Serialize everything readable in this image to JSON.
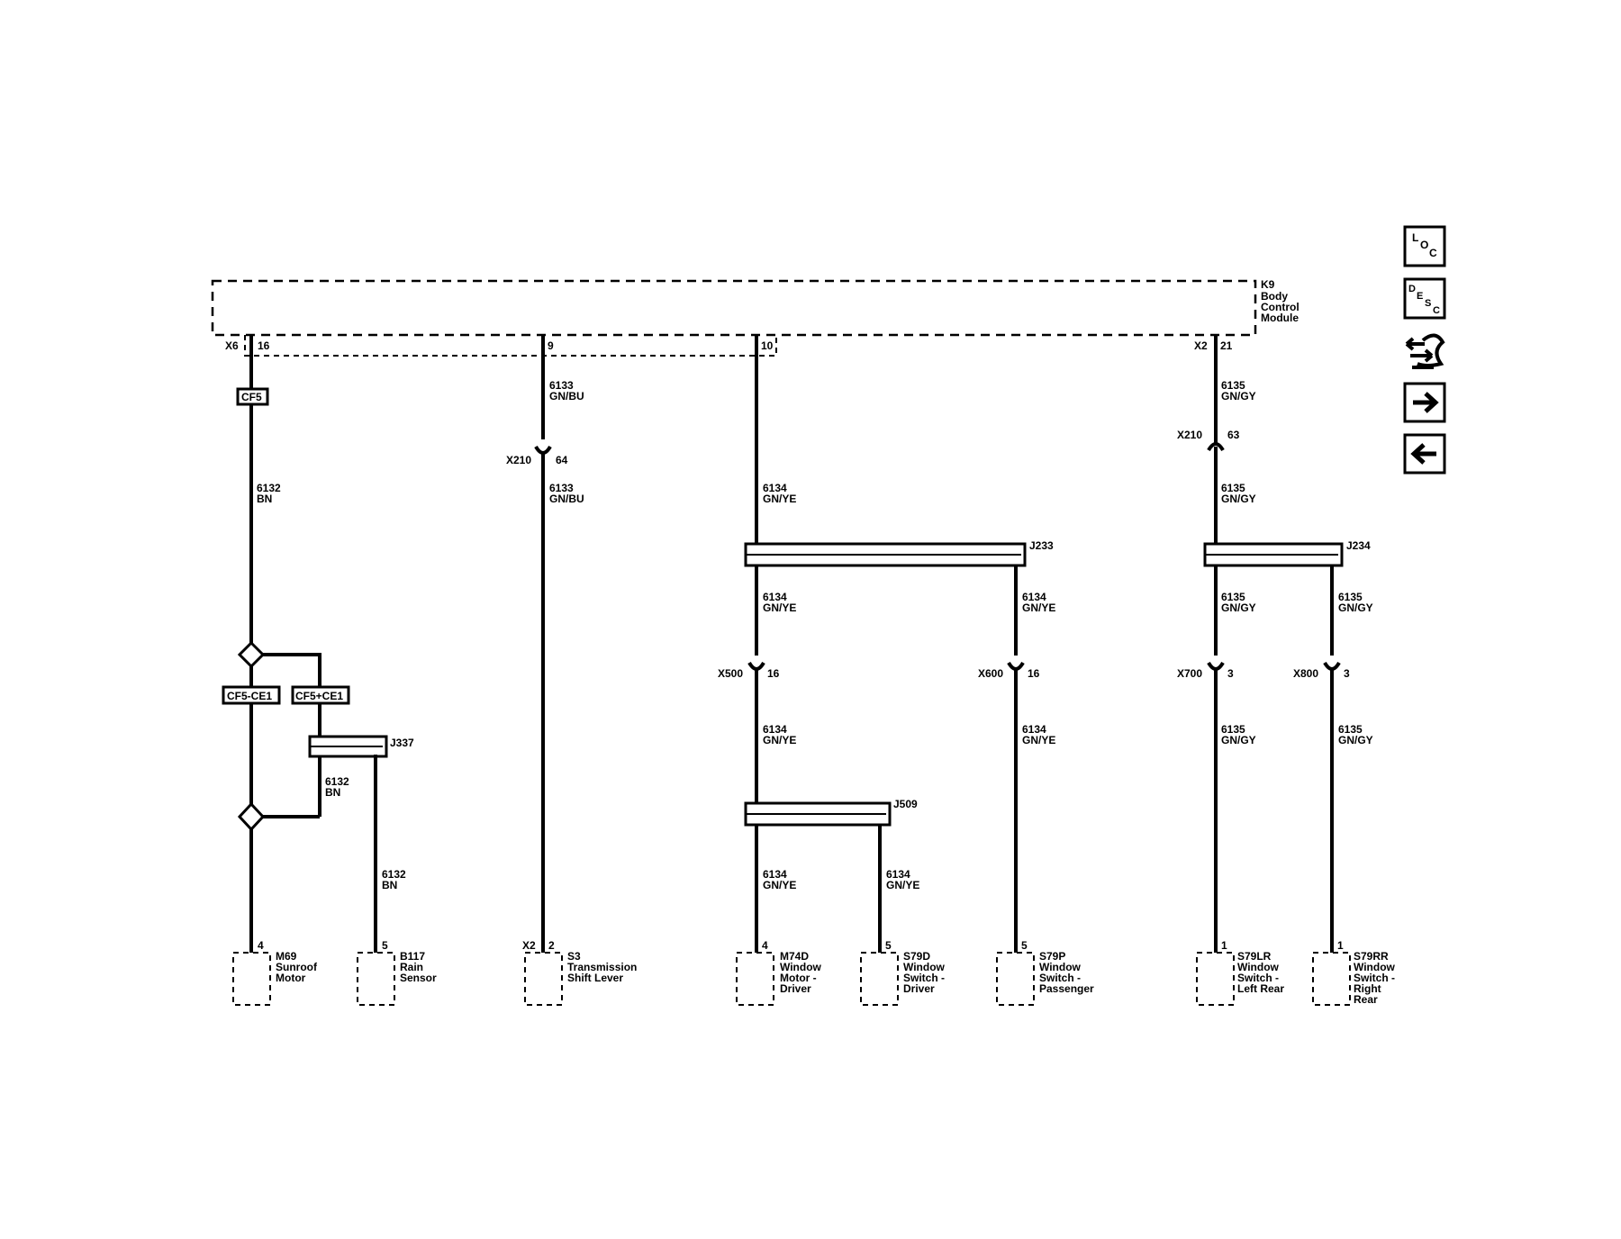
{
  "module": {
    "ref": "K9",
    "name_lines": [
      "Body",
      "Control",
      "Module"
    ]
  },
  "bcm_pins": [
    {
      "conn": "X6",
      "pin": "16"
    },
    {
      "pin": "9"
    },
    {
      "pin": "10"
    },
    {
      "conn": "X2",
      "pin": "21"
    }
  ],
  "wire_labels": [
    {
      "circuit": "6132",
      "color": "BN"
    },
    {
      "circuit": "6133",
      "color": "GN/BU"
    },
    {
      "circuit": "6133",
      "color": "GN/BU"
    },
    {
      "circuit": "6134",
      "color": "GN/YE"
    },
    {
      "circuit": "6135",
      "color": "GN/GY"
    },
    {
      "circuit": "6135",
      "color": "GN/GY"
    },
    {
      "circuit": "6134",
      "color": "GN/YE"
    },
    {
      "circuit": "6134",
      "color": "GN/YE"
    },
    {
      "circuit": "6135",
      "color": "GN/GY"
    },
    {
      "circuit": "6135",
      "color": "GN/GY"
    },
    {
      "circuit": "6134",
      "color": "GN/YE"
    },
    {
      "circuit": "6134",
      "color": "GN/YE"
    },
    {
      "circuit": "6135",
      "color": "GN/GY"
    },
    {
      "circuit": "6135",
      "color": "GN/GY"
    },
    {
      "circuit": "6132",
      "color": "BN"
    },
    {
      "circuit": "6132",
      "color": "BN"
    },
    {
      "circuit": "6134",
      "color": "GN/YE"
    },
    {
      "circuit": "6134",
      "color": "GN/YE"
    }
  ],
  "inline_connectors": [
    {
      "ref": "X210",
      "pin": "64"
    },
    {
      "ref": "X210",
      "pin": "63"
    },
    {
      "ref": "X500",
      "pin": "16"
    },
    {
      "ref": "X600",
      "pin": "16"
    },
    {
      "ref": "X700",
      "pin": "3"
    },
    {
      "ref": "X800",
      "pin": "3"
    }
  ],
  "splices": [
    "J233",
    "J234",
    "J337",
    "J509"
  ],
  "fuse_labels": [
    "CF5",
    "CF5-CE1",
    "CF5+CE1"
  ],
  "components": [
    {
      "pin": "4",
      "lines": [
        "M69",
        "Sunroof",
        "Motor"
      ]
    },
    {
      "pin": "5",
      "lines": [
        "B117",
        "Rain",
        "Sensor"
      ]
    },
    {
      "conn": "X2",
      "pin": "2",
      "lines": [
        "S3",
        "Transmission",
        "Shift Lever"
      ]
    },
    {
      "pin": "4",
      "lines": [
        "M74D",
        "Window",
        "Motor -",
        "Driver"
      ]
    },
    {
      "pin": "5",
      "lines": [
        "S79D",
        "Window",
        "Switch -",
        "Driver"
      ]
    },
    {
      "pin": "5",
      "lines": [
        "S79P",
        "Window",
        "Switch -",
        "Passenger"
      ]
    },
    {
      "pin": "1",
      "lines": [
        "S79LR",
        "Window",
        "Switch -",
        "Left Rear"
      ]
    },
    {
      "pin": "1",
      "lines": [
        "S79RR",
        "Window",
        "Switch -",
        "Right",
        "Rear"
      ]
    }
  ],
  "nav_buttons": [
    {
      "name": "loc",
      "letters": [
        "L",
        "O",
        "C"
      ]
    },
    {
      "name": "desc",
      "letters": [
        "D",
        "E",
        "S",
        "C"
      ]
    },
    {
      "name": "signal-flow",
      "icon": "signal-flow-icon"
    },
    {
      "name": "next",
      "icon": "arrow-right-icon"
    },
    {
      "name": "previous",
      "icon": "arrow-left-icon"
    }
  ]
}
